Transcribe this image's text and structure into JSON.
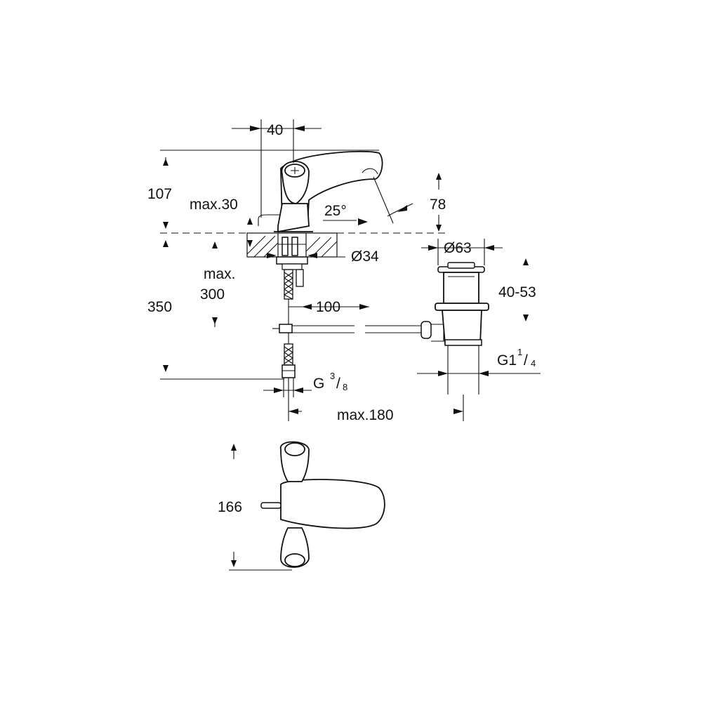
{
  "labels": {
    "width_40": "40",
    "height_107": "107",
    "max30": "max.30",
    "angle": "25°",
    "spout_78": "78",
    "dia34": "Ø34",
    "max_label": "max.",
    "max_value": "300",
    "total_350": "350",
    "len_100": "100",
    "dia63": "Ø63",
    "waste_range": "40-53",
    "thread_g38_main": "G",
    "thread_g38_num": "3",
    "thread_g38_den": "/",
    "thread_g38_den_num": "8",
    "thread_g114_main": "G1",
    "thread_g114_num": "1",
    "thread_g114_slash": "/",
    "thread_g114_den": "4",
    "max180": "max.180",
    "height_166": "166"
  }
}
